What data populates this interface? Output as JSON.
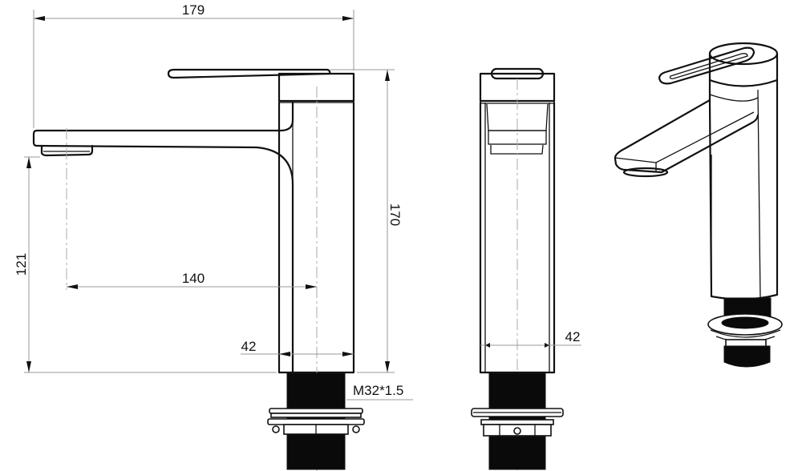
{
  "drawing": {
    "subject": "Single-lever basin mixer faucet — technical dimension drawing",
    "views": [
      "side-view",
      "front-view",
      "isometric-view"
    ],
    "dimensions": {
      "overall_length": "179",
      "overall_height": "170",
      "spout_height": "121",
      "spout_reach": "140",
      "body_width_side": "42",
      "body_width_front": "42",
      "thread_spec": "M32*1.5"
    },
    "units_implied": "mm",
    "colors": {
      "outline": "#111111",
      "dimension_line": "#999999",
      "thread_fill": "#0a0a0a",
      "background": "#ffffff"
    }
  }
}
